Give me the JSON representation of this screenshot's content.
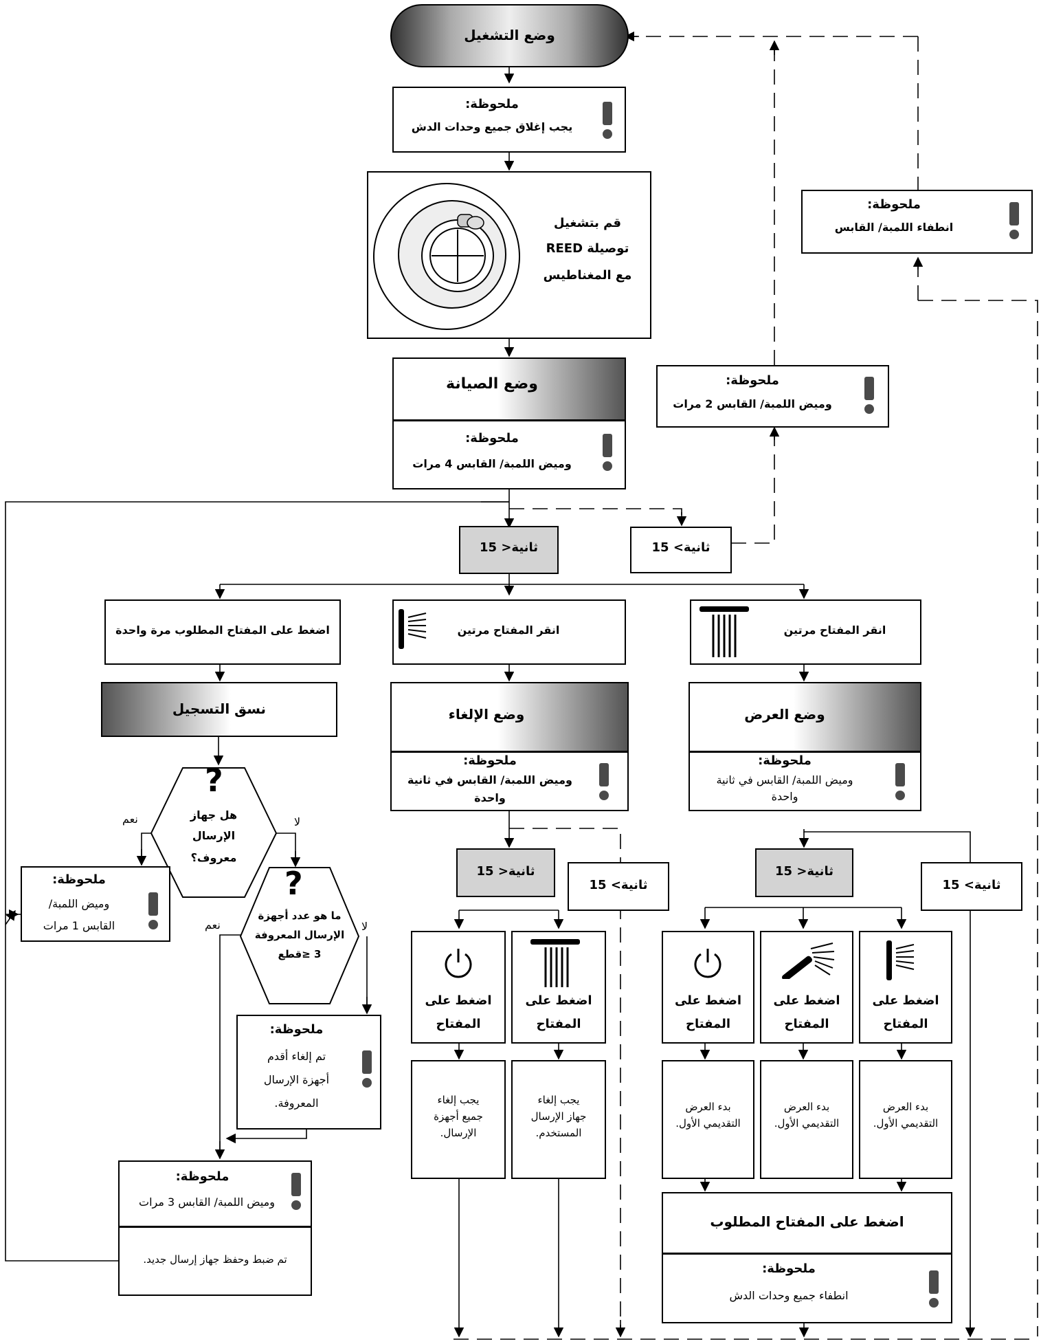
{
  "start_mode": "وضع التشغيل",
  "note_title": "ملحوظة:",
  "note_close_showers": "يجب إغلاق جميع وحدات الدش",
  "reed_text": [
    "قم بتشغيل",
    "توصيلة REED",
    "مع المغناطيس"
  ],
  "note_lamp_off": "انطفاء اللمبة/ القابس",
  "maintenance_mode": "وضع الصيانة",
  "note_blink_4": "وميض اللمبة/ القابس 4 مرات",
  "note_blink_2": "وميض اللمبة/ القابس 2 مرات",
  "t_lt_15": "15 >ثانية",
  "t_gt_15": "15 <ثانية",
  "press_once": "اضغط على المفتاح المطلوب مرة واحدة",
  "double_click": "انقر المفتاح  مرتين",
  "learn_mode": "نسق التسجيل",
  "delete_mode": "وضع الإلغاء",
  "demo_mode": "وضع العرض",
  "blink_1s_a": "وميض اللمبة/ القابس في ثانية",
  "blink_1s_b": "واحدة",
  "question_known": [
    "هل جهاز",
    "الإرسال",
    "معروف؟"
  ],
  "yes": "نعم",
  "no": "لا",
  "note_blink_1": [
    "وميض اللمبة/",
    "القابس 1 مرات"
  ],
  "question_count": [
    "ما هو عدد أجهزة",
    "الإرسال المعروفة",
    "3 ≤قطع"
  ],
  "note_oldest_deleted": [
    "تم إلغاء  أقدم",
    "أجهزة الإرسال",
    "المعروفة."
  ],
  "note_blink_3": "وميض اللمبة/ القابس 3 مرات",
  "new_transmitter_saved": "تم ضبط وحفظ جهاز إرسال جديد.",
  "press_key": [
    "اضغط على",
    "المفتاح"
  ],
  "delete_all": [
    "يجب إلغاء",
    "جميع أجهزة",
    "الإرسال."
  ],
  "delete_used": [
    "يجب إلغاء",
    "جهاز الإرسال",
    "المستخدم."
  ],
  "start_demo": [
    "بدء العرض",
    "التقديمي الأول."
  ],
  "press_required_key": "اضغط على المفتاح المطلوب",
  "note_showers_off": "انطفاء جميع وحدات الدش"
}
